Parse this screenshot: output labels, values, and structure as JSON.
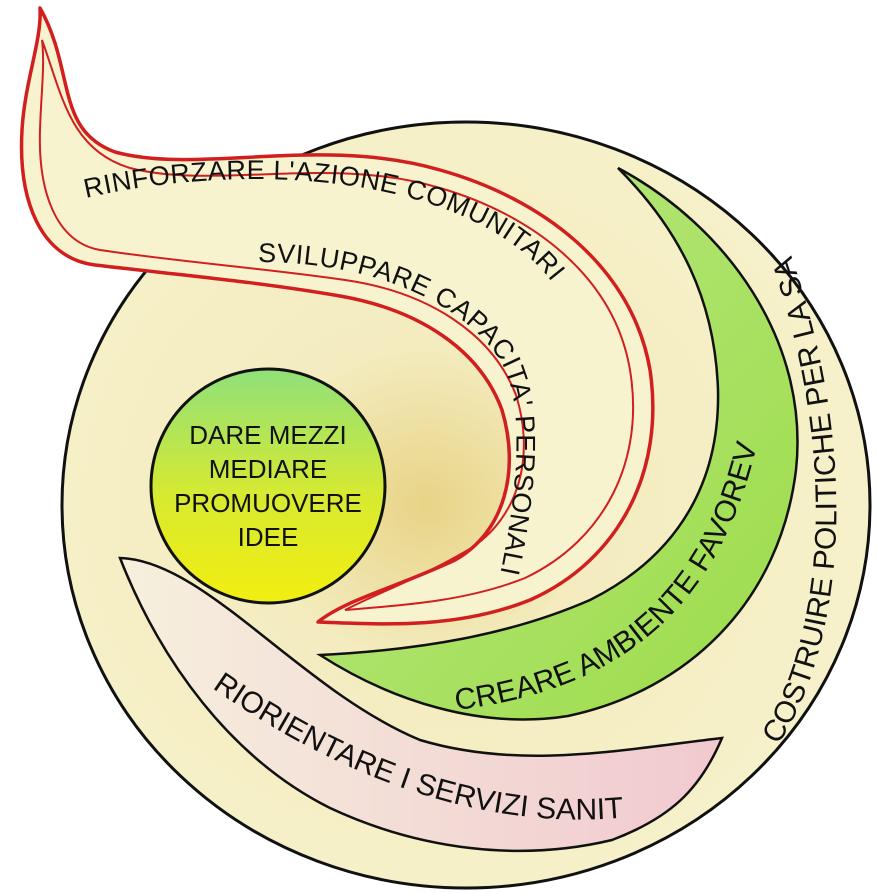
{
  "colors": {
    "outer_circle_fill": "#f6f1c8",
    "outline": "#111111",
    "flame_band": "#f8f3cf",
    "flame_stroke": "#d11f1f",
    "green_band": "#a5e05a",
    "pink_band": "#f2cfd3",
    "center_gradient_top": "#8fe07a",
    "center_gradient_bottom": "#f2ee10"
  },
  "labels": {
    "rinforzare": "RINFORZARE L'AZIONE COMUNITARIA",
    "sviluppare": "SVILUPPARE CAPACITA' PERSONALI",
    "creare": "CREARE AMBIENTE FAVOREVOLE",
    "riorientare": "RIORIENTARE I SERVIZI SANITARI",
    "costruire": "COSTRUIRE POLITICHE PER LA SALUTE"
  },
  "center": {
    "lines": [
      "DARE MEZZI",
      "MEDIARE",
      "PROMUOVERE",
      "IDEE"
    ]
  }
}
